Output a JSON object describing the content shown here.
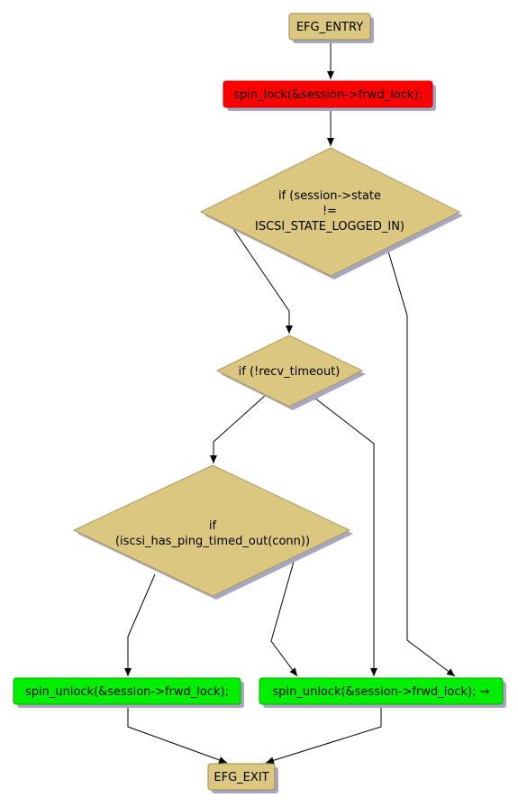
{
  "colors": {
    "start_end_fill": "#dbc77f",
    "start_end_stroke": "#9a8a50",
    "lock_fill": "#ff0000",
    "unlock_fill": "#00ee00",
    "decision_fill": "#dbc77f",
    "decision_stroke": "#a89a60",
    "shadow": "#a6a6c0",
    "edge": "#000000"
  },
  "nodes": {
    "entry": {
      "label": "EFG_ENTRY"
    },
    "lock": {
      "label": "spin_lock(&session->frwd_lock);"
    },
    "decision_state": {
      "lines": [
        "if (session->state",
        "!=",
        "ISCSI_STATE_LOGGED_IN)"
      ]
    },
    "decision_recv": {
      "label": "if (!recv_timeout)"
    },
    "decision_ping": {
      "lines": [
        "if",
        "(iscsi_has_ping_timed_out(conn))"
      ]
    },
    "unlock_left": {
      "label": "spin_unlock(&session->frwd_lock);"
    },
    "unlock_right": {
      "label": "spin_unlock(&session->frwd_lock); →"
    },
    "exit": {
      "label": "EFG_EXIT"
    }
  }
}
